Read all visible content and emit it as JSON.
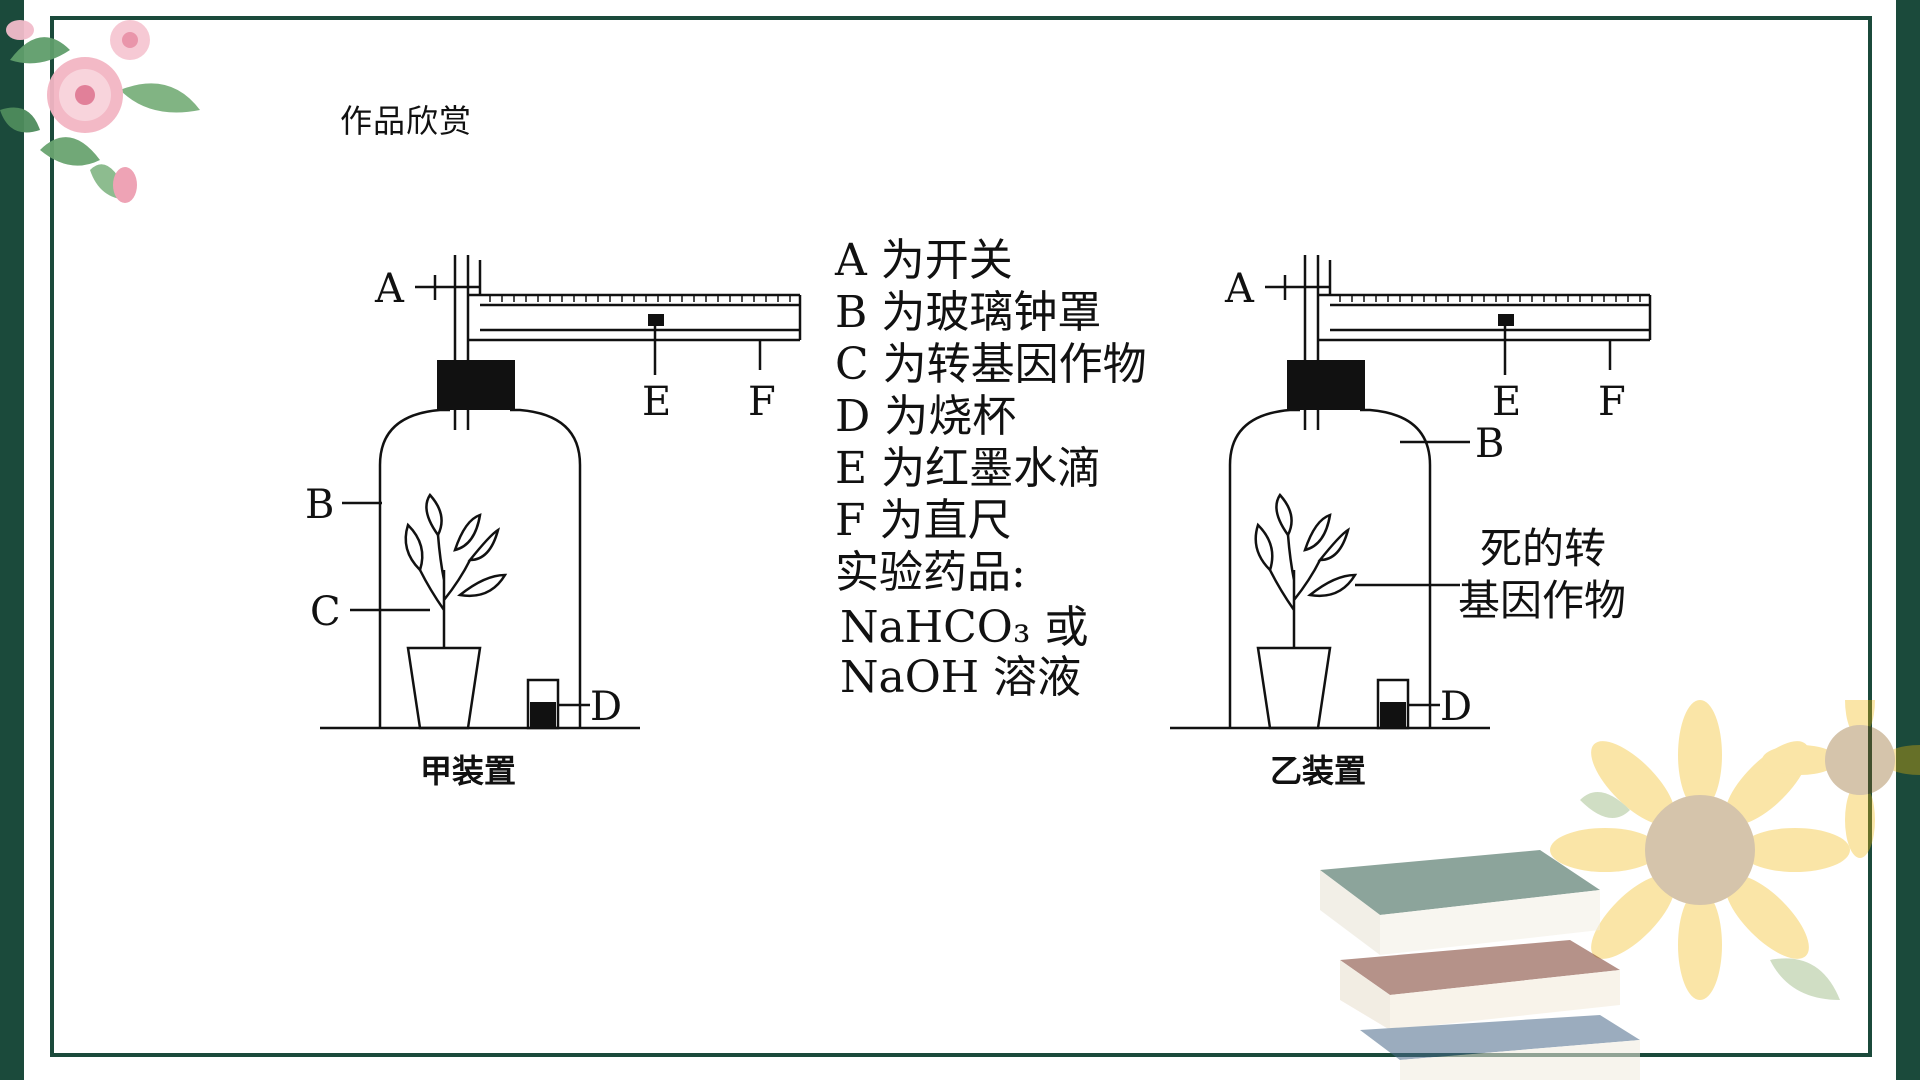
{
  "slide": {
    "title": "作品欣赏"
  },
  "diagram": {
    "apparatus_left": {
      "caption": "甲装置",
      "labels": {
        "a": "A",
        "b": "B",
        "c": "C",
        "d": "D",
        "e": "E",
        "f": "F"
      }
    },
    "apparatus_right": {
      "caption": "乙装置",
      "labels": {
        "a": "A",
        "b": "B",
        "d": "D",
        "e": "E",
        "f": "F"
      },
      "plant_note": [
        "死的转",
        "基因作物"
      ]
    },
    "legend": [
      "A 为开关",
      "B 为玻璃钟罩",
      "C 为转基因作物",
      "D 为烧杯",
      "E 为红墨水滴",
      "F 为直尺",
      "实验药品:",
      "NaHCO₃ 或",
      "NaOH 溶液"
    ]
  },
  "colors": {
    "frame": "#1b4a3b",
    "ink": "#111111"
  },
  "icons": [
    "flower-decoration",
    "sunflower-decoration",
    "books-decoration"
  ]
}
